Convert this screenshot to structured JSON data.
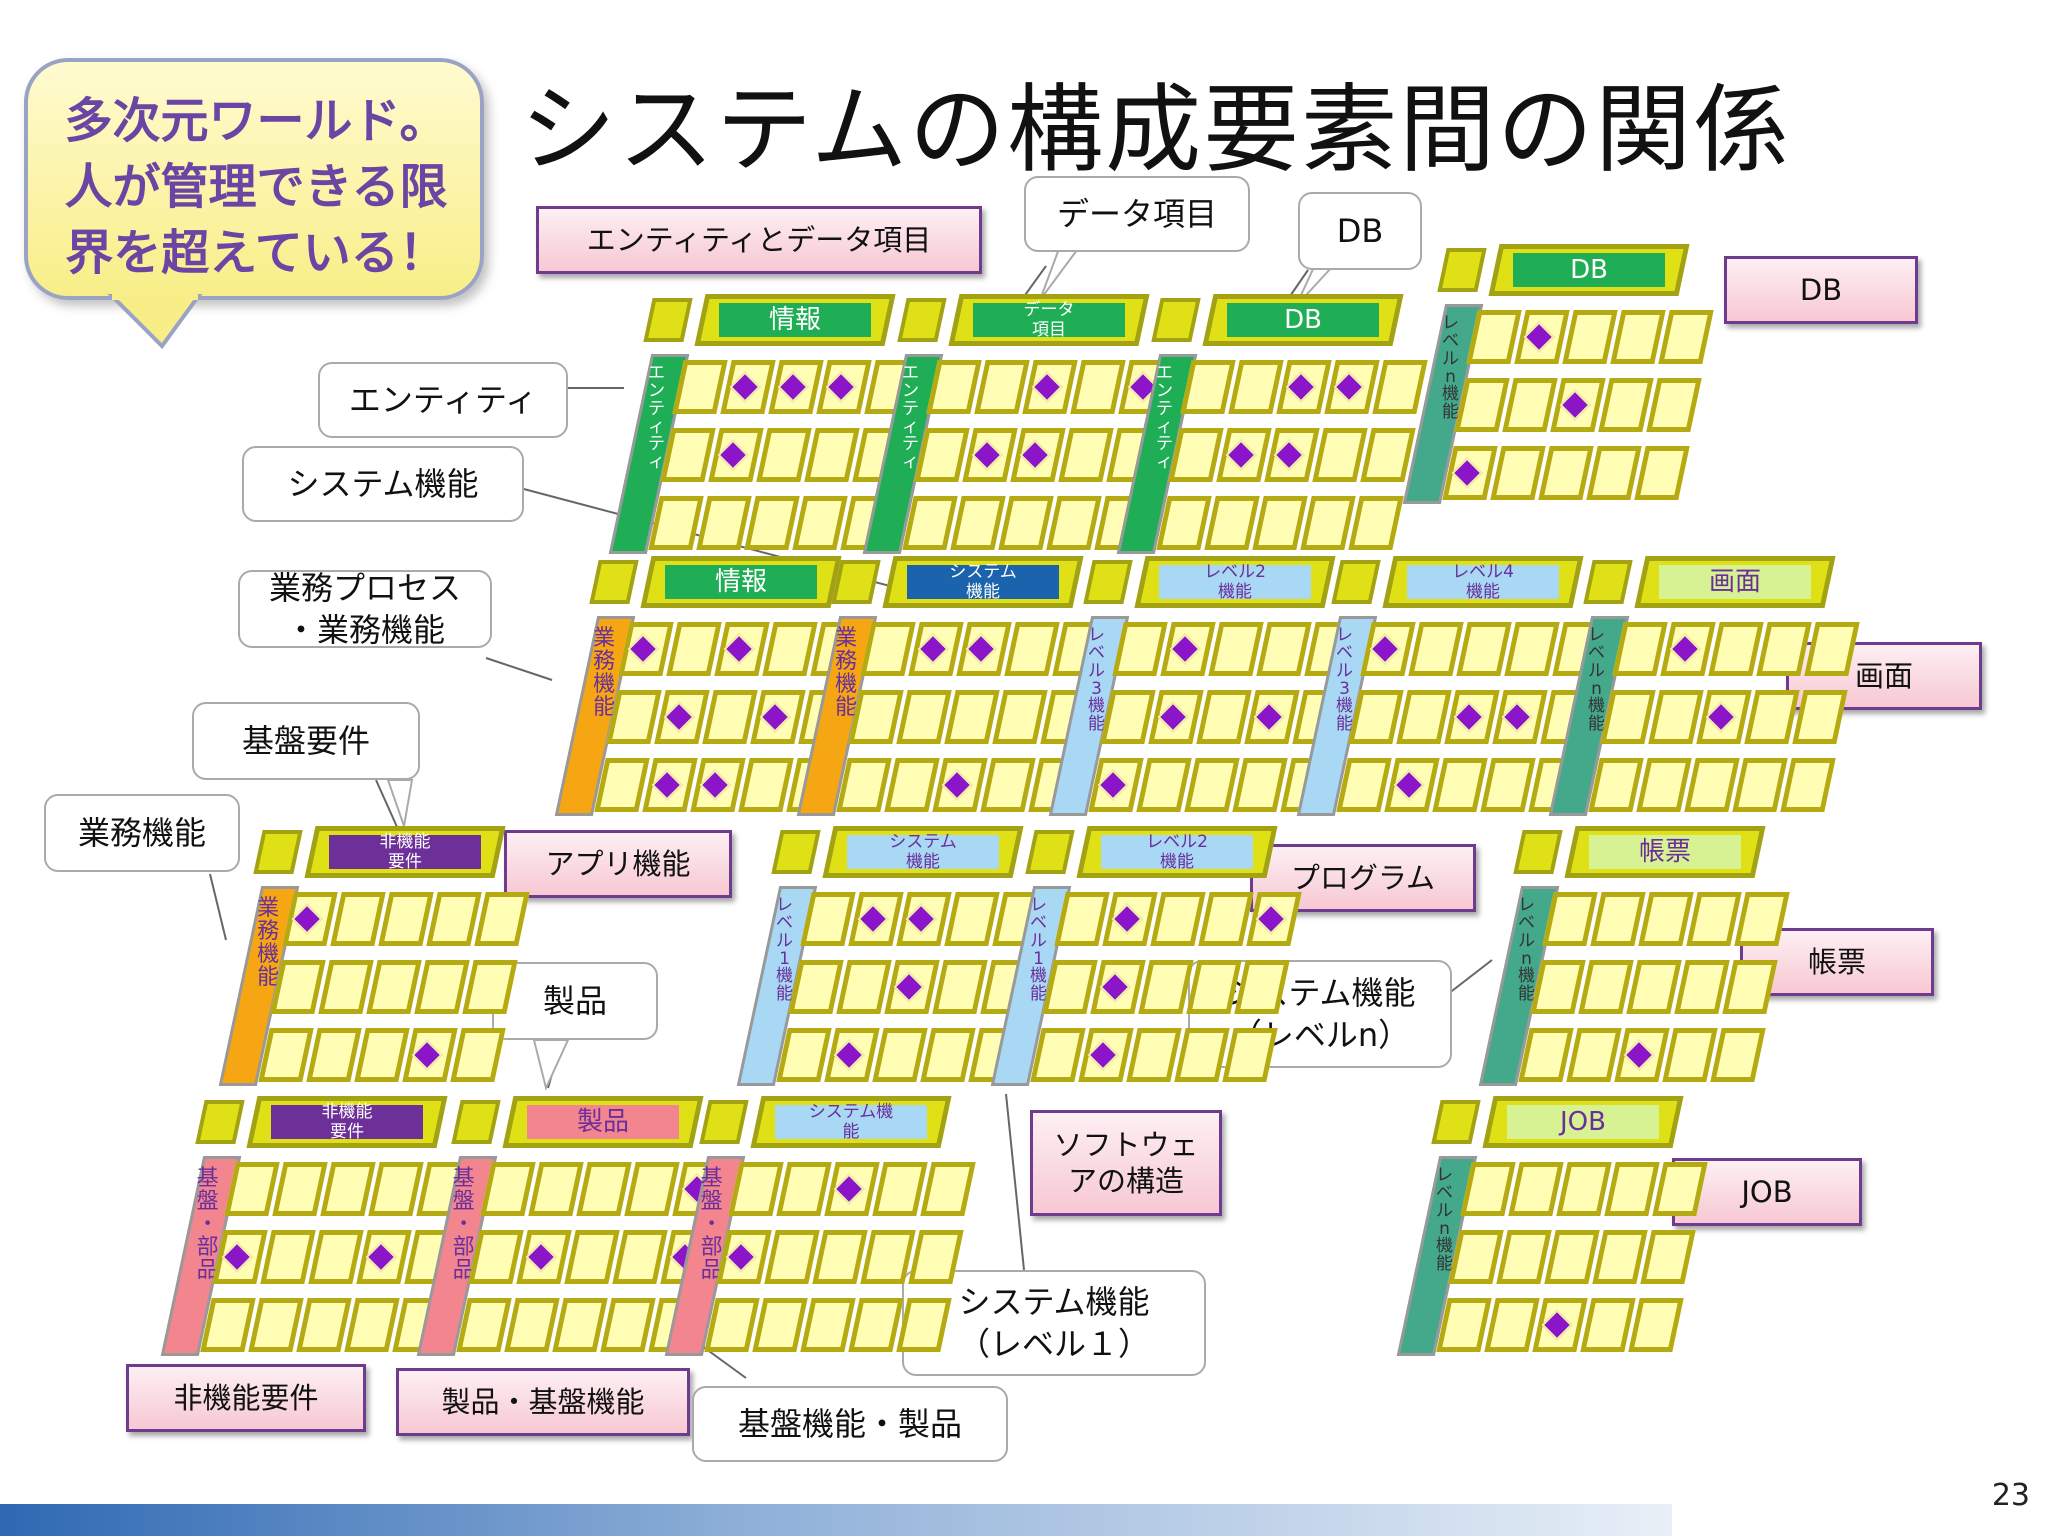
{
  "title": "システムの構成要素間の関係",
  "hero": {
    "lines": [
      "多次元ワールド。",
      "人が管理できる限",
      "界を超えている！"
    ]
  },
  "page_number": "23",
  "labels": {
    "entity_data": "エンティティとデータ項目",
    "db": "DB",
    "screen": "画面",
    "app": "アプリ機能",
    "program": "プログラム",
    "report": "帳票",
    "software": [
      "ソフトウェ",
      "アの構造"
    ],
    "job": "JOB",
    "nonfunc": "非機能要件",
    "product_base": "製品・基盤機能"
  },
  "callouts": {
    "data_item": "データ項目",
    "db": "DB",
    "entity": "エンティティ",
    "sysfunc": "システム機能",
    "bizproc": [
      "業務プロセス",
      "・業務機能"
    ],
    "infra": "基盤要件",
    "bizfunc": "業務機能",
    "product": "製品",
    "sysfunc_n": [
      "システム機能",
      "（レベルn）"
    ],
    "sysfunc_1": [
      "システム機能",
      "（レベル１）"
    ],
    "base_product": "基盤機能・製品"
  },
  "colors": {
    "cell": "#fffeb4",
    "cell_border": "#b6aa12",
    "cap": "#e0e016",
    "diamond": "#8d15c9",
    "green": "#1fae56",
    "teal": "#44a98a",
    "lightblue": "#a8d8f4",
    "blue": "#1b63ad",
    "orange": "#f5a612",
    "purple": "#6d2f98",
    "salmon": "#f2858e",
    "lime": "#d6f293"
  },
  "tables": [
    {
      "id": "info",
      "header": [
        "情報"
      ],
      "hcolor": "green",
      "side": [
        "エ",
        "ン",
        "テ",
        "ィ",
        "テ",
        "ィ"
      ],
      "scolor": "green",
      "marks": [
        [
          0,
          1
        ],
        [
          0,
          2
        ],
        [
          0,
          3
        ],
        [
          1,
          1
        ]
      ]
    },
    {
      "id": "dataitem",
      "header": [
        "データ",
        "項目"
      ],
      "hcolor": "green",
      "side": [
        "エ",
        "ン",
        "テ",
        "ィ",
        "テ",
        "ィ"
      ],
      "scolor": "green",
      "marks": [
        [
          0,
          2
        ],
        [
          0,
          4
        ],
        [
          1,
          1
        ],
        [
          1,
          2
        ]
      ]
    },
    {
      "id": "db",
      "header": [
        "DB"
      ],
      "hcolor": "green",
      "side": [
        "エ",
        "ン",
        "テ",
        "ィ",
        "テ",
        "ィ"
      ],
      "scolor": "green",
      "marks": [
        [
          0,
          2
        ],
        [
          0,
          3
        ],
        [
          1,
          1
        ],
        [
          1,
          2
        ]
      ]
    },
    {
      "id": "dbn",
      "header": [
        "DB"
      ],
      "hcolor": "green",
      "side": [
        "レ",
        "ベ",
        "ル",
        "n",
        "機",
        "能"
      ],
      "scolor": "teal",
      "marks": [
        [
          0,
          1
        ],
        [
          1,
          2
        ],
        [
          2,
          0
        ]
      ]
    },
    {
      "id": "info2",
      "header": [
        "情報"
      ],
      "hcolor": "green",
      "side": [
        "業",
        "務",
        "機",
        "能"
      ],
      "scolor": "orange",
      "marks": [
        [
          0,
          0
        ],
        [
          0,
          2
        ],
        [
          1,
          1
        ],
        [
          1,
          3
        ],
        [
          2,
          1
        ],
        [
          2,
          2
        ]
      ]
    },
    {
      "id": "sys",
      "header": [
        "システム",
        "機能"
      ],
      "hcolor": "blue",
      "side": [
        "業",
        "務",
        "機",
        "能"
      ],
      "scolor": "orange",
      "marks": [
        [
          0,
          1
        ],
        [
          0,
          2
        ],
        [
          2,
          2
        ]
      ]
    },
    {
      "id": "lv2a",
      "header": [
        "レベル2",
        "機能"
      ],
      "hcolor": "lightblue",
      "side": [
        "レ",
        "ベ",
        "ル",
        "3",
        "機",
        "能"
      ],
      "scolor": "lightblue",
      "marks": [
        [
          0,
          1
        ],
        [
          1,
          1
        ],
        [
          1,
          3
        ],
        [
          2,
          0
        ]
      ]
    },
    {
      "id": "lv4",
      "header": [
        "レベル4",
        "機能"
      ],
      "hcolor": "lightblue",
      "side": [
        "レ",
        "ベ",
        "ル",
        "3",
        "機",
        "能"
      ],
      "scolor": "lightblue",
      "marks": [
        [
          0,
          0
        ],
        [
          1,
          2
        ],
        [
          1,
          3
        ],
        [
          2,
          1
        ]
      ]
    },
    {
      "id": "screen",
      "header": [
        "画面"
      ],
      "hcolor": "lime",
      "side": [
        "レ",
        "ベ",
        "ル",
        "n",
        "機",
        "能"
      ],
      "scolor": "teal",
      "marks": [
        [
          0,
          1
        ],
        [
          1,
          2
        ]
      ]
    },
    {
      "id": "nfr1",
      "header": [
        "非機能",
        "要件"
      ],
      "hcolor": "purple",
      "side": [
        "業",
        "務",
        "機",
        "能"
      ],
      "scolor": "orange",
      "marks": [
        [
          0,
          0
        ],
        [
          2,
          3
        ]
      ]
    },
    {
      "id": "syslv1",
      "header": [
        "システム",
        "機能"
      ],
      "hcolor": "lightblue",
      "side": [
        "レ",
        "ベ",
        "ル",
        "1",
        "機",
        "能"
      ],
      "scolor": "lightblue",
      "marks": [
        [
          0,
          1
        ],
        [
          0,
          2
        ],
        [
          1,
          2
        ],
        [
          2,
          1
        ]
      ]
    },
    {
      "id": "lv2b",
      "header": [
        "レベル2",
        "機能"
      ],
      "hcolor": "lightblue",
      "side": [
        "レ",
        "ベ",
        "ル",
        "1",
        "機",
        "能"
      ],
      "scolor": "lightblue",
      "marks": [
        [
          0,
          1
        ],
        [
          0,
          4
        ],
        [
          1,
          1
        ],
        [
          2,
          1
        ]
      ]
    },
    {
      "id": "report",
      "header": [
        "帳票"
      ],
      "hcolor": "lime",
      "side": [
        "レ",
        "ベ",
        "ル",
        "n",
        "機",
        "能"
      ],
      "scolor": "teal",
      "marks": [
        [
          2,
          2
        ]
      ]
    },
    {
      "id": "nfr2",
      "header": [
        "非機能",
        "要件"
      ],
      "hcolor": "purple",
      "side": [
        "基",
        "盤",
        "・",
        "部",
        "品"
      ],
      "scolor": "salmon",
      "marks": [
        [
          1,
          0
        ],
        [
          1,
          3
        ]
      ]
    },
    {
      "id": "product",
      "header": [
        "製品"
      ],
      "hcolor": "salmon",
      "side": [
        "基",
        "盤",
        "・",
        "部",
        "品"
      ],
      "scolor": "salmon",
      "marks": [
        [
          0,
          4
        ],
        [
          1,
          1
        ],
        [
          1,
          4
        ]
      ]
    },
    {
      "id": "syssm",
      "header": [
        "システム機",
        "能"
      ],
      "hcolor": "lightblue",
      "side": [
        "基",
        "盤",
        "・",
        "部",
        "品"
      ],
      "scolor": "salmon",
      "marks": [
        [
          0,
          2
        ],
        [
          1,
          0
        ]
      ]
    },
    {
      "id": "job",
      "header": [
        "JOB"
      ],
      "hcolor": "lime",
      "side": [
        "レ",
        "ベ",
        "ル",
        "n",
        "機",
        "能"
      ],
      "scolor": "teal",
      "marks": [
        [
          2,
          2
        ]
      ]
    }
  ]
}
